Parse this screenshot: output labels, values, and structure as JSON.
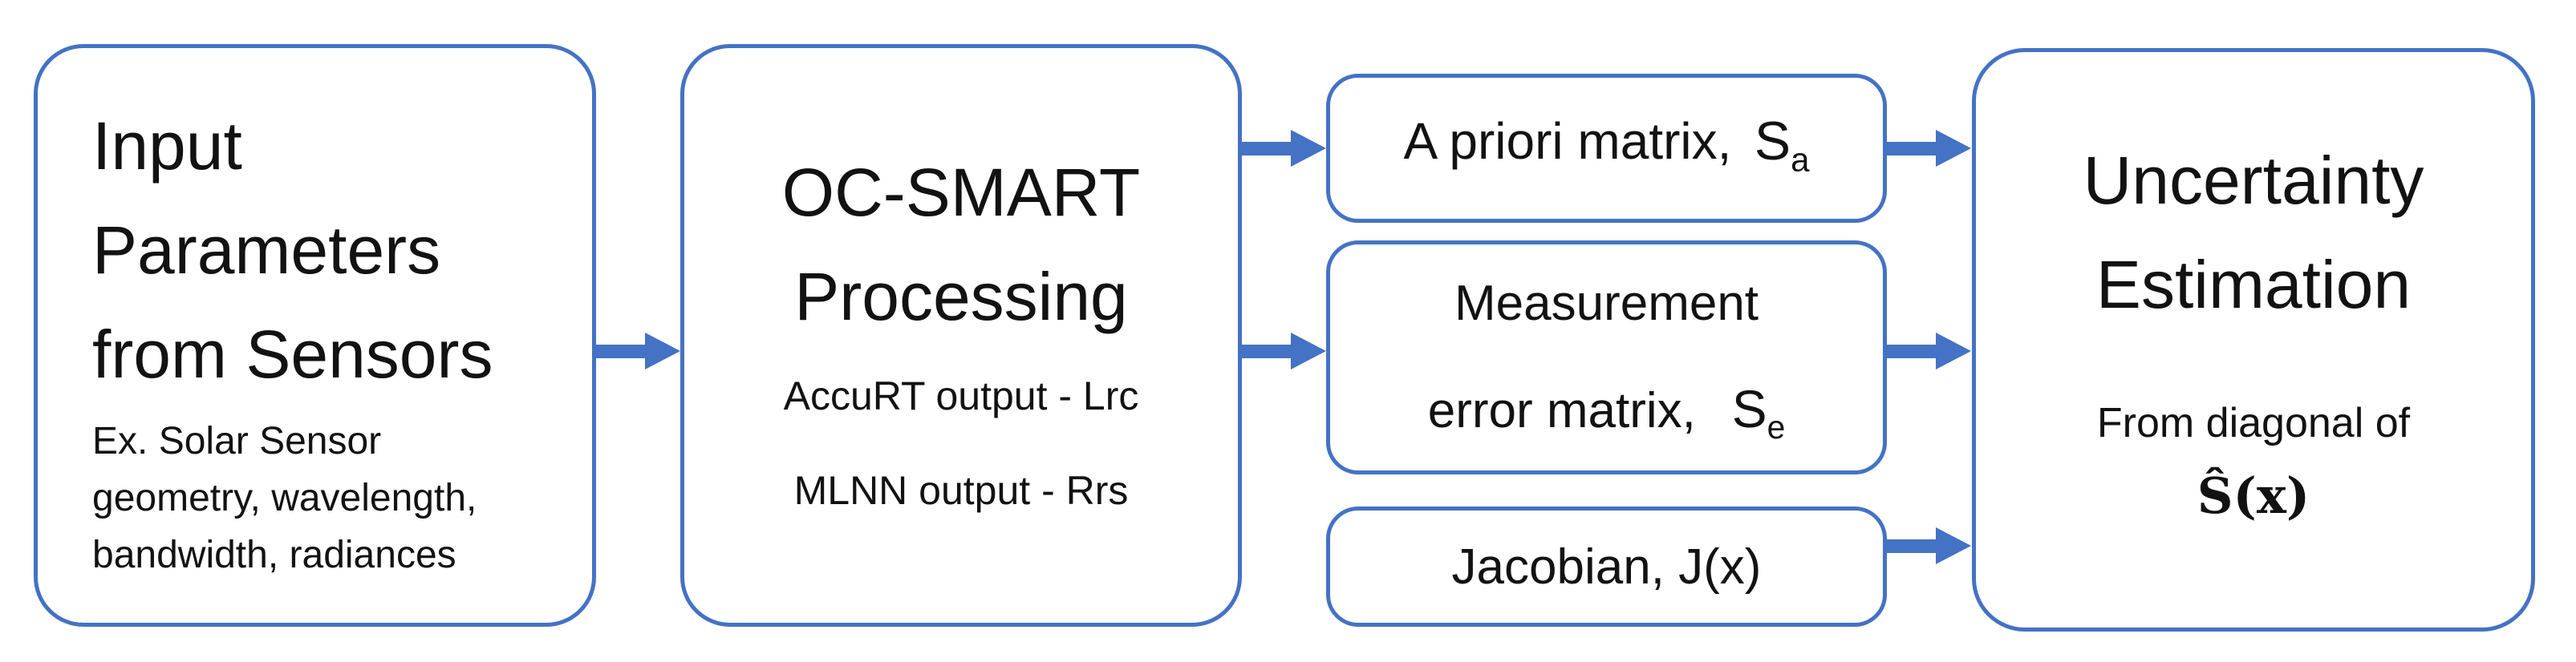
{
  "diagram": {
    "accent_color": "#4472C4",
    "text_color": "#121212",
    "background_color": "#ffffff",
    "boxes": {
      "input": {
        "title_lines": [
          "Input",
          "Parameters",
          "from Sensors"
        ],
        "subtitle_lines": [
          "Ex. Solar Sensor",
          "geometry, wavelength,",
          "bandwidth, radiances"
        ]
      },
      "ocsmart": {
        "title_lines": [
          "OC-SMART",
          "Processing"
        ],
        "outputs": [
          "AccuRT output - Lrc",
          "MLNN output - Rrs"
        ]
      },
      "apriori": {
        "label": "A priori matrix,",
        "symbol": "S",
        "subscript": "a"
      },
      "measurement": {
        "line1": "Measurement",
        "line2_label": "error matrix,",
        "symbol": "S",
        "subscript": "e"
      },
      "jacobian": {
        "label": "Jacobian, J(x)"
      },
      "uncertainty": {
        "title_lines": [
          "Uncertainty",
          "Estimation"
        ],
        "subtitle": "From diagonal of",
        "formula": "Ŝ(x)"
      }
    },
    "connections": [
      {
        "from": "input",
        "to": "ocsmart"
      },
      {
        "from": "ocsmart",
        "to": "apriori"
      },
      {
        "from": "ocsmart",
        "to": "measurement"
      },
      {
        "from": "apriori",
        "to": "uncertainty"
      },
      {
        "from": "measurement",
        "to": "uncertainty"
      },
      {
        "from": "jacobian",
        "to": "uncertainty"
      }
    ]
  }
}
